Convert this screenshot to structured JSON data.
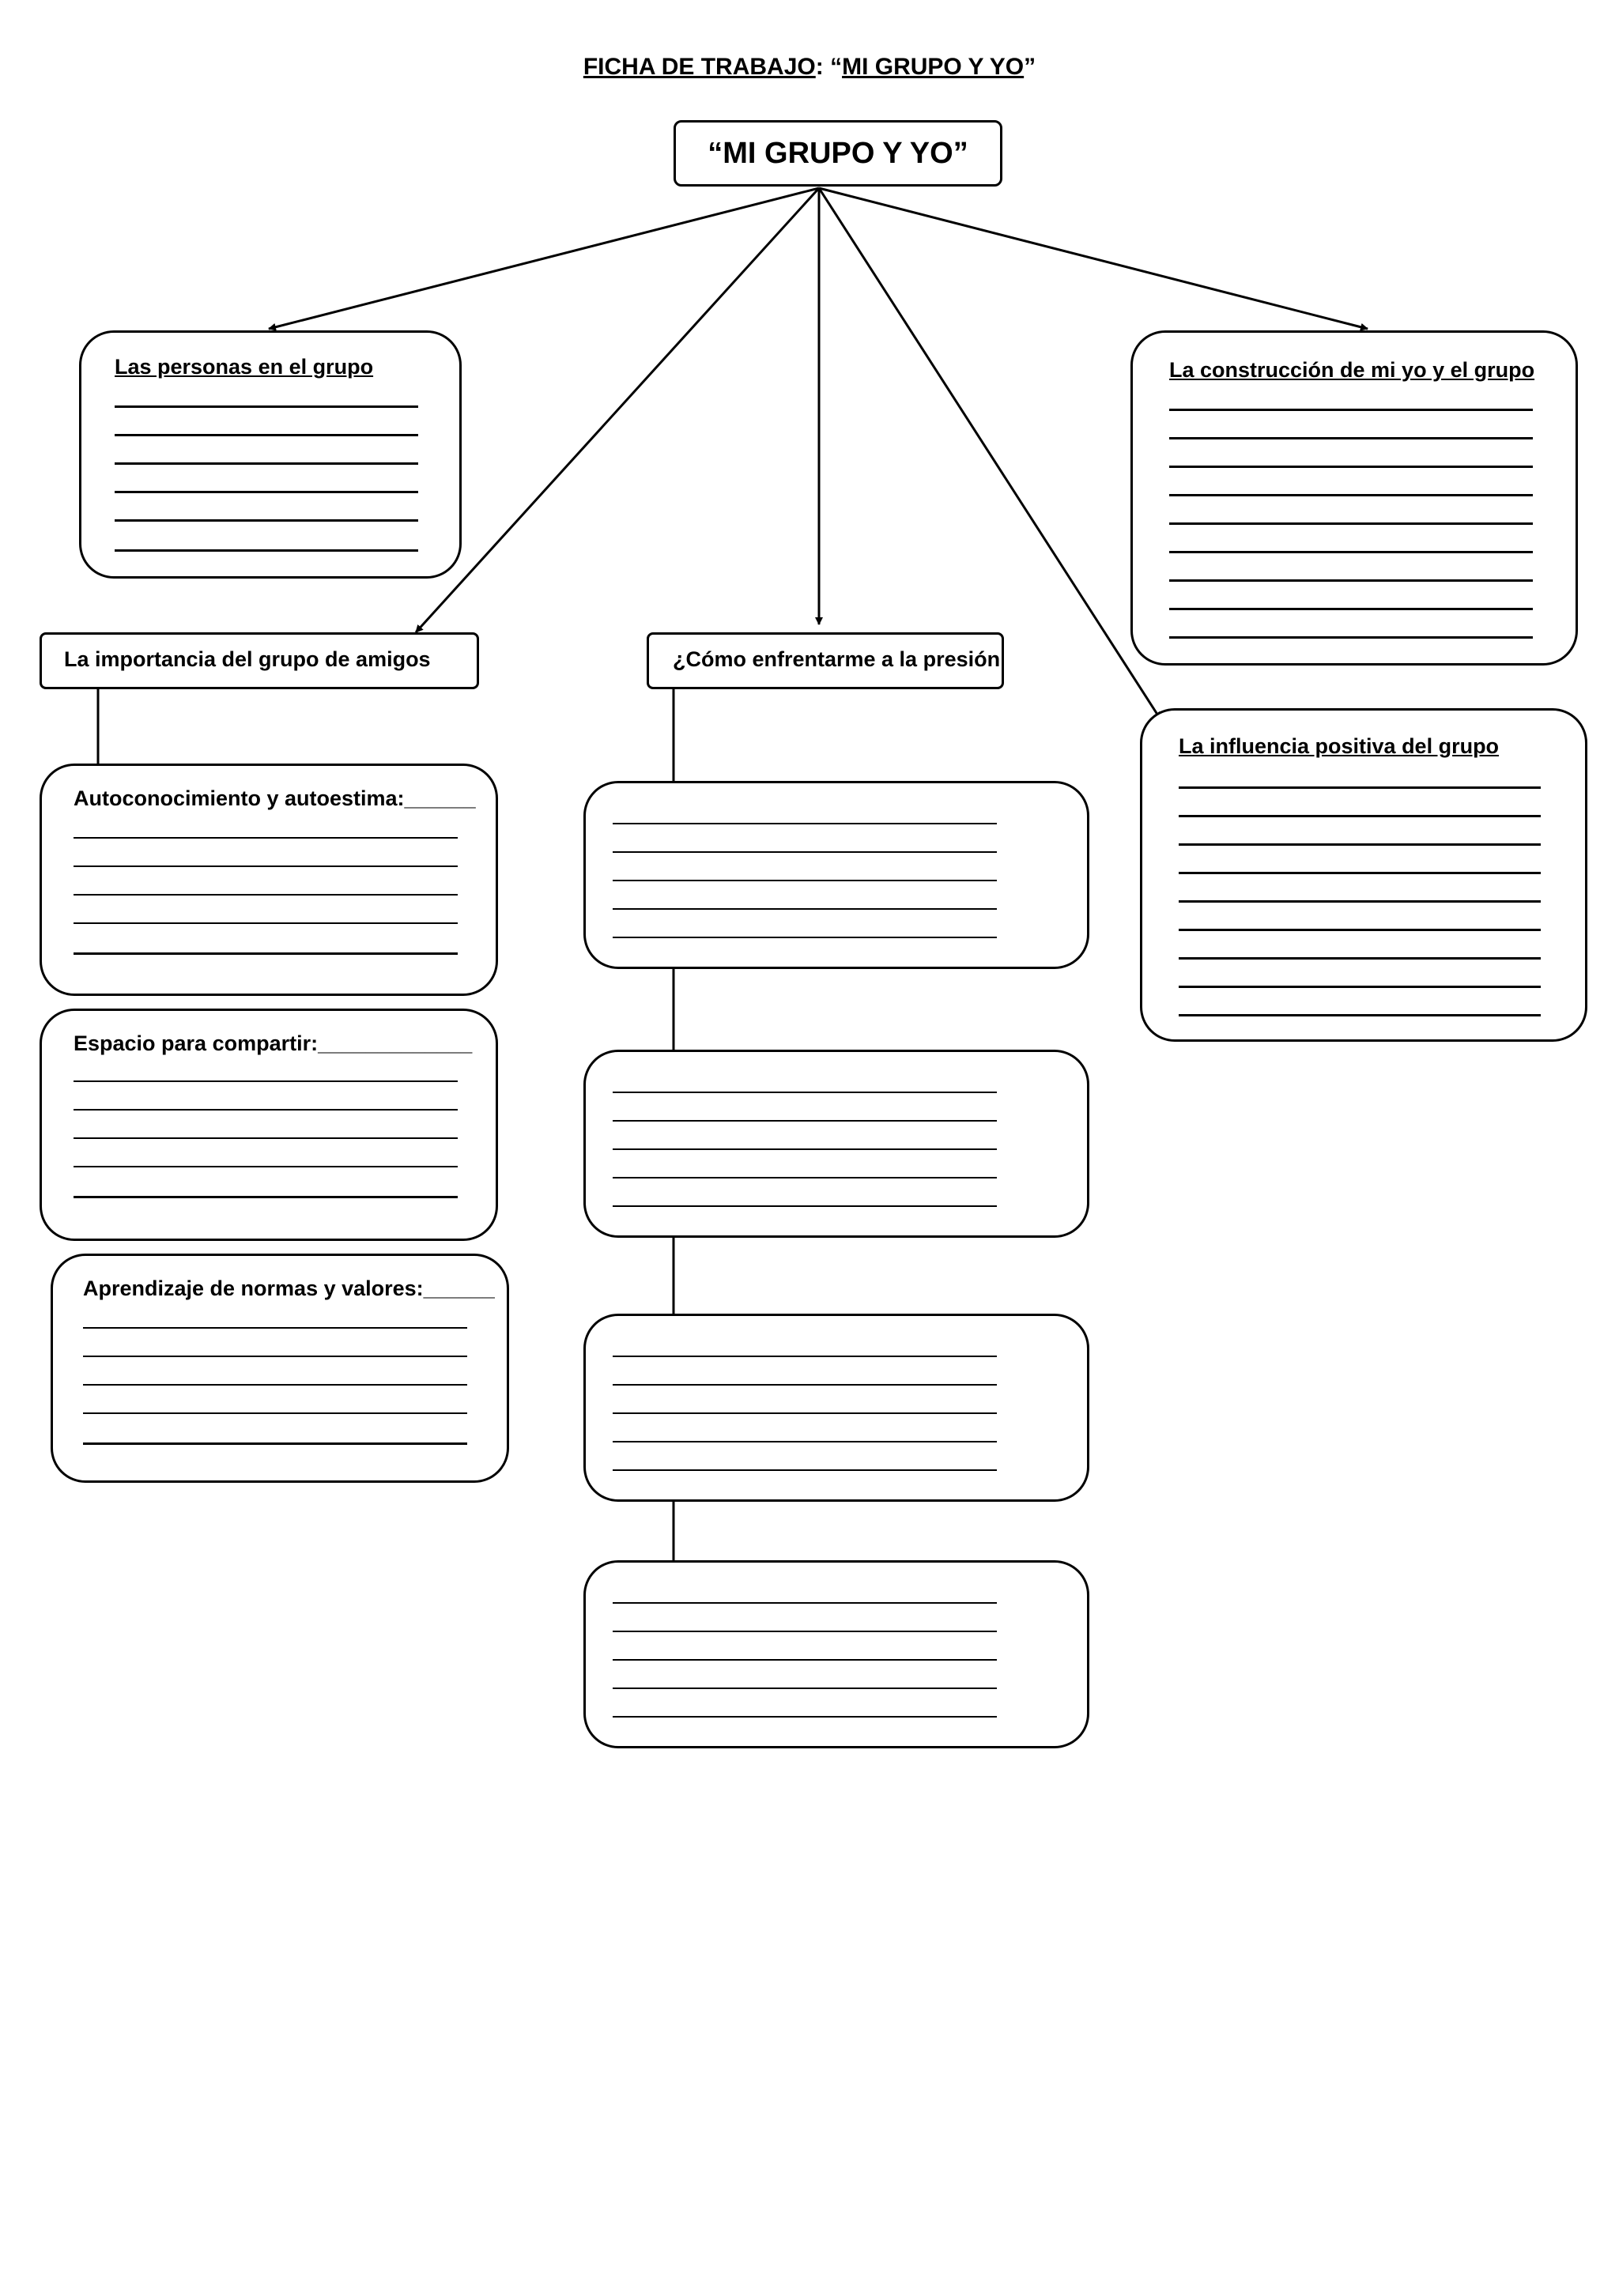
{
  "page_title": {
    "prefix": "FICHA DE TRABAJO",
    "sep": ":  ",
    "open_quote": "“",
    "underlined": "MI GRUPO Y YO",
    "close_quote": "”"
  },
  "main_node": {
    "label": "“MI GRUPO Y YO”"
  },
  "nodes": {
    "personas": {
      "label": "Las personas en el grupo"
    },
    "construccion": {
      "label": "La construcción  de mi yo y el grupo"
    },
    "importancia": {
      "label": "La importancia del grupo de amigos"
    },
    "presion": {
      "label": "¿Cómo enfrentarme a la presión"
    },
    "influencia": {
      "label": "La influencia positiva del grupo"
    },
    "autoconocimiento": {
      "label": "Autoconocimiento  y autoestima:",
      "blank": "______"
    },
    "espacio": {
      "label": "Espacio  para  compartir:",
      "blank": "_____________"
    },
    "aprendizaje": {
      "label": "Aprendizaje  de normas y valores:",
      "blank": "______"
    }
  }
}
